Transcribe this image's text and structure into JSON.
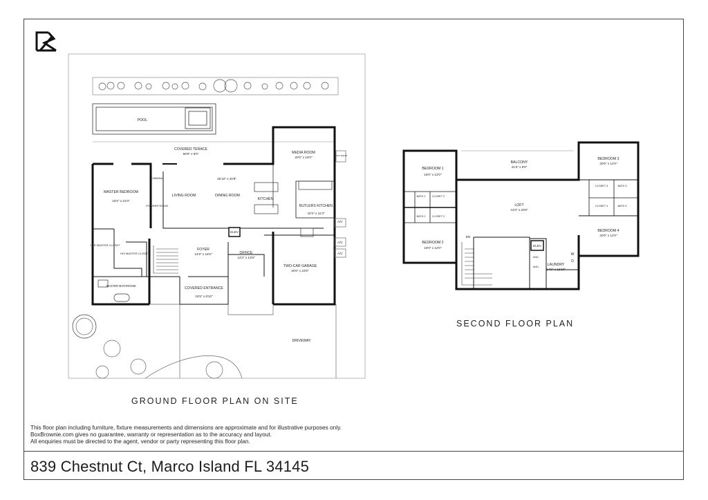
{
  "address": "839 Chestnut Ct, Marco Island FL 34145",
  "disclaimer": [
    "This floor plan including furniture, fixture measurements and dimensions are approximate and for illustrative purposes only.",
    "BoxBrownie.com gives no guarantee, warranty or representation as to the accuracy and layout.",
    "All enquiries must be directed to the agent, vendor or party representing this floor plan."
  ],
  "ground_floor": {
    "title": "GROUND FLOOR PLAN ON SITE",
    "rooms": {
      "pool": "POOL",
      "covered_terace": {
        "name": "COVERED TERACE",
        "dims": "60'6\" x 8'0\""
      },
      "media_room": {
        "name": "MEDIA ROOM",
        "dims": "20'0\" x 16'0\""
      },
      "pool_equip": "POOL EQUIP",
      "cabana": "CABANA",
      "powder_room": "POWDER ROOM",
      "great_room_dims": "45'10\" x 20'9\"",
      "master_bedroom": {
        "name": "MASTER BEDROOM",
        "dims": "18'2\" x 21'0\""
      },
      "living_room": "LIVING ROOM",
      "dining_room": "DINING ROOM",
      "kitchen": "KITCHEN",
      "butlers_kitchen": {
        "name": "BUTLERS KITCHEN",
        "dims": "10'4\" x 11'3\""
      },
      "elev": "ELEV",
      "her_master_closet": "HER MASTER CLOSET",
      "his_master_closet": "HIS MASTER CLOSET",
      "foyer": {
        "name": "FOYER",
        "dims": "14'8\" x 16'0\""
      },
      "office": {
        "name": "OFFICE",
        "dims": "12'2\" x 13'8\""
      },
      "garage": {
        "name": "TWO-CAR GARAGE",
        "dims": "20'0\" x 23'6\""
      },
      "master_bathroom": "MASTER BATHROOM",
      "covered_entrance": {
        "name": "COVERED ENTRANCE",
        "dims": "16'5\" x 9'10\""
      },
      "driveway": "DRIVEWAY",
      "ac": "A/C"
    }
  },
  "second_floor": {
    "title": "SECOND FLOOR PLAN",
    "rooms": {
      "bedroom1": {
        "name": "BEDROOM 1",
        "dims": "18'0\" x 12'0\""
      },
      "balcony": {
        "name": "BALCONY",
        "dims": "41'0\" x 8'0\""
      },
      "bedroom3": {
        "name": "BEDROOM 3",
        "dims": "20'0\" x 12'0\""
      },
      "bath1": "BATH 1",
      "closet2_a": "CLOSET 2",
      "closet3": "CLOSET 3",
      "bath3": "BATH 3",
      "loft": {
        "name": "LOFT",
        "dims": "41'0\" x 20'6\""
      },
      "bath2": "BATH 2",
      "closet2_b": "CLOSET 2",
      "closet4": "CLOSET 4",
      "bath4": "BATH 4",
      "bedroom2": {
        "name": "BEDROOM 2",
        "dims": "18'0\" x 12'0\""
      },
      "bedroom4": {
        "name": "BEDROOM 4",
        "dims": "20'0\" x 12'0\""
      },
      "dn": "DN",
      "elev": "ELEV",
      "ahu": "AHU",
      "laundry": {
        "name": "LAUNDRY",
        "dims": "14'9\" x 12'10\""
      },
      "w": "W",
      "d": "D"
    }
  }
}
